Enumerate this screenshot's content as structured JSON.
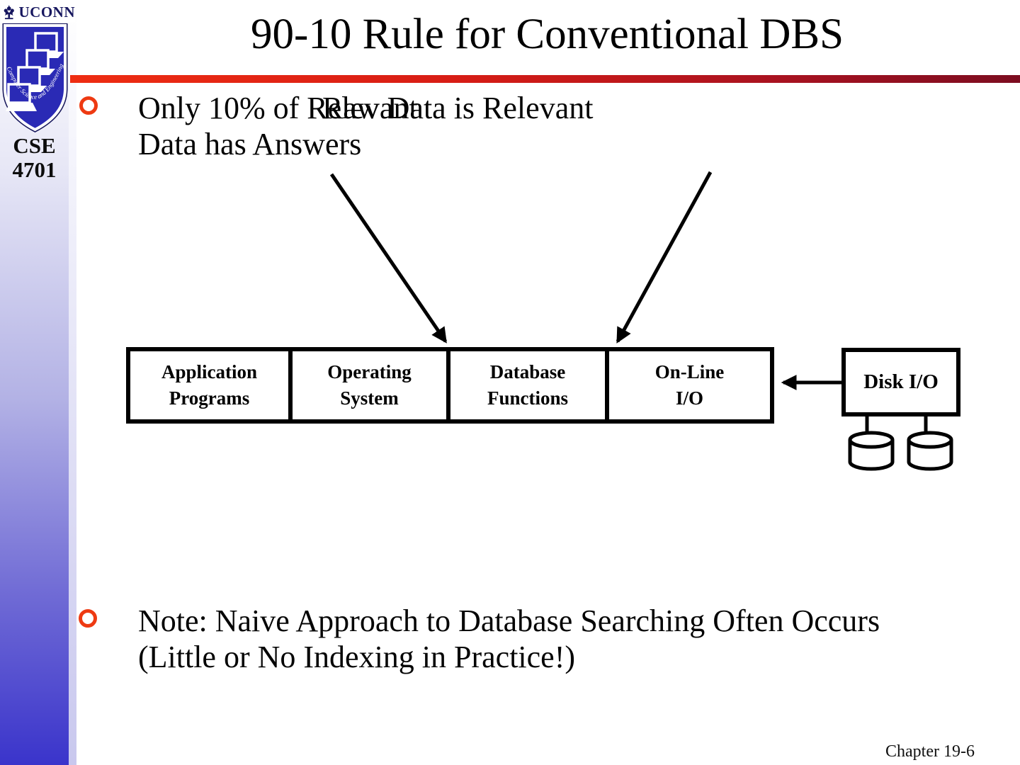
{
  "slide": {
    "title": "90-10 Rule for Conventional DBS",
    "page_label": "Chapter 19-6"
  },
  "sidebar": {
    "wordmark": "UCONN",
    "shield_arc_text": "Computer Science and Engineering",
    "course_line1": "CSE",
    "course_line2": "4701"
  },
  "bullets": [
    {
      "line1": "Only 10% of Relevant",
      "line2": "Data has Answers"
    },
    {
      "line1": "Note: Naive Approach to Database Searching Often Occurs",
      "line2": "(Little or No Indexing in Practice!)"
    }
  ],
  "overlay_label": "Raw Data is Relevant",
  "diagram": {
    "boxes": [
      {
        "line1": "Application",
        "line2": "Programs"
      },
      {
        "line1": "Operating",
        "line2": "System"
      },
      {
        "line1": "Database",
        "line2": "Functions"
      },
      {
        "line1": "On-Line",
        "line2": "I/O"
      }
    ],
    "disk_box_label": "Disk I/O",
    "disk_count": 2
  },
  "colors": {
    "sidebar_bottom_blue": "#3a34cb",
    "shield_blue": "#2a2ab5",
    "wordmark_navy": "#17175f",
    "rule_gradient_left": "#ee2d12",
    "rule_gradient_right": "#7c0d20",
    "bullet_ring": "#ee3a12",
    "diagram_stroke": "#000000"
  }
}
